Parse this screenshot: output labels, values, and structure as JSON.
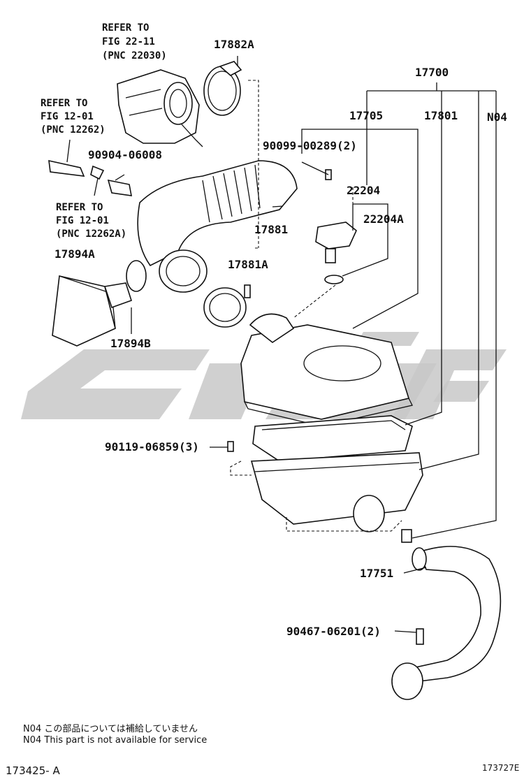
{
  "refs": {
    "throttle": [
      "REFER TO",
      "FIG 22-11",
      "(PNC 22030)"
    ],
    "hose": [
      "REFER TO",
      "FIG 12-01",
      "(PNC 12262)"
    ],
    "fitting": [
      "REFER TO",
      "FIG 12-01",
      "(PNC 12262A)"
    ]
  },
  "parts": {
    "p17882A": "17882A",
    "p17700": "17700",
    "p17705": "17705",
    "p17801": "17801",
    "pN04": "N04",
    "p90904": "90904-06008",
    "p90099": "90099-00289(2)",
    "p22204": "22204",
    "p22204A": "22204A",
    "p17881": "17881",
    "p17894A": "17894A",
    "p17881A": "17881A",
    "p17894B": "17894B",
    "p90119": "90119-06859(3)",
    "p17751": "17751",
    "p90467": "90467-06201(2)"
  },
  "notes": {
    "jp": "N04  この部品については補給していません",
    "en": "N04  This part is not available for service"
  },
  "footer": {
    "left": "173425- A",
    "right": "173727E"
  }
}
